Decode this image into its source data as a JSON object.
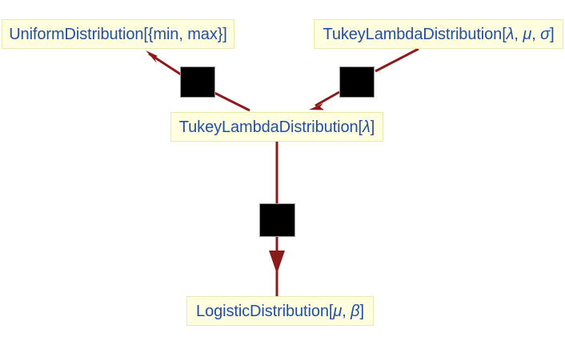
{
  "diagram": {
    "title": "Distribution relationship graph",
    "background_color": "#ffffff",
    "node_fill_color": "#ffffe0",
    "node_border_color": "#e8e8b0",
    "node_text_color": "#1f4fa8",
    "edge_color": "#8b1a1a",
    "operator_fill_color": "#000000",
    "nodes": [
      {
        "id": "uniform",
        "label": "UniformDistribution[{min, max}]",
        "text_parts": [
          {
            "text": "UniformDistribution[{min, max}]",
            "style": "roman"
          }
        ]
      },
      {
        "id": "tukey-lambda-3",
        "label": "TukeyLambdaDistribution[λ, μ, σ]",
        "text_parts": [
          {
            "text": "TukeyLambdaDistribution[",
            "style": "roman"
          },
          {
            "text": "λ",
            "style": "greek"
          },
          {
            "text": ", ",
            "style": "roman"
          },
          {
            "text": "μ",
            "style": "greek"
          },
          {
            "text": ", ",
            "style": "roman"
          },
          {
            "text": "σ",
            "style": "greek"
          },
          {
            "text": "]",
            "style": "roman"
          }
        ]
      },
      {
        "id": "tukey-lambda-1",
        "label": "TukeyLambdaDistribution[λ]",
        "text_parts": [
          {
            "text": "TukeyLambdaDistribution[",
            "style": "roman"
          },
          {
            "text": "λ",
            "style": "greek"
          },
          {
            "text": "]",
            "style": "roman"
          }
        ]
      },
      {
        "id": "logistic",
        "label": "LogisticDistribution[μ, β]",
        "text_parts": [
          {
            "text": "LogisticDistribution[",
            "style": "roman"
          },
          {
            "text": "μ",
            "style": "greek"
          },
          {
            "text": ", ",
            "style": "roman"
          },
          {
            "text": "β",
            "style": "greek"
          },
          {
            "text": "]",
            "style": "roman"
          }
        ]
      }
    ],
    "operators": [
      {
        "id": "op-left",
        "label": ""
      },
      {
        "id": "op-right",
        "label": ""
      },
      {
        "id": "op-center",
        "label": ""
      }
    ],
    "edges": [
      {
        "from": "op-left",
        "to": "uniform",
        "arrow": true
      },
      {
        "from": "tukey-lambda-1",
        "to": "op-left",
        "arrow": false
      },
      {
        "from": "tukey-lambda-3",
        "to": "op-right",
        "arrow": false
      },
      {
        "from": "op-right",
        "to": "tukey-lambda-1",
        "arrow": true
      },
      {
        "from": "tukey-lambda-1",
        "to": "op-center",
        "arrow": false
      },
      {
        "from": "op-center",
        "to": "logistic",
        "arrow": true
      }
    ]
  }
}
